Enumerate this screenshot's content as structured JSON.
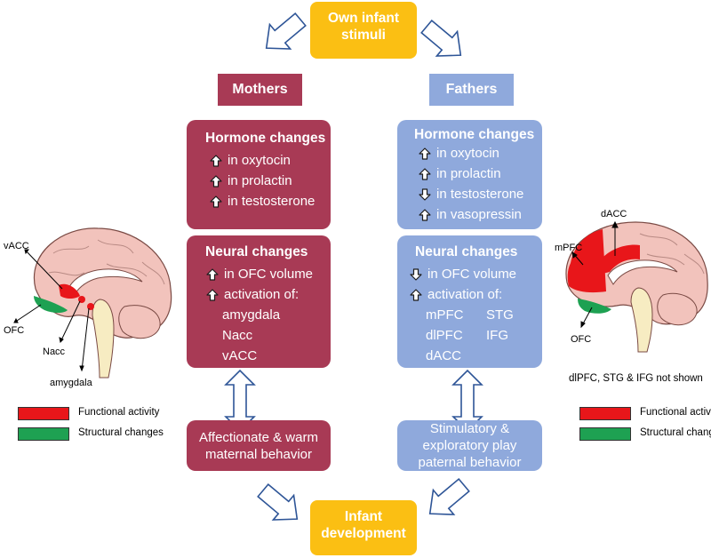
{
  "top_box": {
    "label": "Own infant stimuli"
  },
  "bottom_box": {
    "label": "Infant development"
  },
  "mothers": {
    "header": "Mothers",
    "hormone_title": "Hormone changes",
    "hormones": [
      {
        "direction": "up",
        "text": "in oxytocin"
      },
      {
        "direction": "up",
        "text": "in prolactin"
      },
      {
        "direction": "up",
        "text": "in testosterone"
      }
    ],
    "neural_title": "Neural changes",
    "neural_lines": [
      {
        "direction": "up",
        "text": "in OFC volume"
      },
      {
        "direction": "up",
        "text": "activation of:"
      }
    ],
    "regions": [
      "amygdala",
      "Nacc",
      "vACC"
    ],
    "behavior": "Affectionate & warm maternal behavior"
  },
  "fathers": {
    "header": "Fathers",
    "hormone_title": "Hormone changes",
    "hormones": [
      {
        "direction": "up",
        "text": "in oxytocin"
      },
      {
        "direction": "up",
        "text": "in prolactin"
      },
      {
        "direction": "down",
        "text": "in testosterone"
      },
      {
        "direction": "up",
        "text": "in vasopressin"
      }
    ],
    "neural_title": "Neural changes",
    "neural_lines": [
      {
        "direction": "down",
        "text": "in OFC volume"
      },
      {
        "direction": "up",
        "text": "activation of:"
      }
    ],
    "regions_col1": [
      "mPFC",
      "dlPFC",
      "dACC"
    ],
    "regions_col2": [
      "STG",
      "IFG"
    ],
    "behavior": "Stimulatory & exploratory play paternal behavior"
  },
  "left_brain": {
    "labels": {
      "vacc": "vACC",
      "ofc": "OFC",
      "nacc": "Nacc",
      "amygdala": "amygdala"
    }
  },
  "right_brain": {
    "labels": {
      "dacc": "dACC",
      "mpfc": "mPFC",
      "ofc": "OFC"
    },
    "note": "dlPFC, STG & IFG not shown"
  },
  "legend": {
    "functional": "Functional activity",
    "structural": "Structural changes",
    "functional_color": "#e8161a",
    "structural_color": "#1ea152"
  },
  "colors": {
    "mothers": "#a83a55",
    "fathers": "#8fa9dc",
    "accent": "#fbbf13",
    "outline_arrow": "#2e5597",
    "brain": "#f2c3bc",
    "brain_outline": "#7a4a44"
  }
}
